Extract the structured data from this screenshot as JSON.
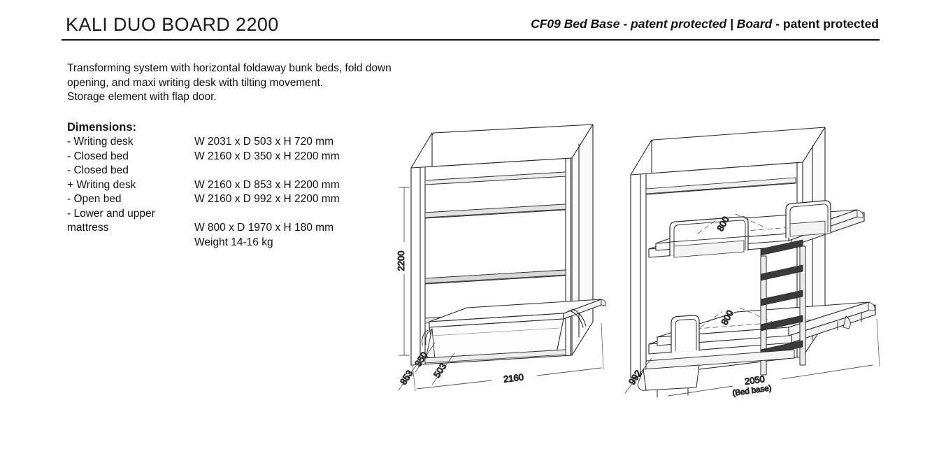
{
  "header": {
    "title": "KALI DUO BOARD 2200",
    "patent_italic": "CF09 Bed Base - patent protected | Board",
    "patent_bold": " - patent protected"
  },
  "description": "Transforming system with horizontal foldaway bunk beds, fold down\nopening, and maxi writing desk with tilting movement.\nStorage element with flap door.",
  "dimensions": {
    "title": "Dimensions:",
    "rows": [
      {
        "label": "- Writing desk",
        "value": "W 2031 x D 503 x H 720 mm"
      },
      {
        "label": "- Closed bed",
        "value": "W 2160 x D 350 x H 2200 mm"
      },
      {
        "label": "- Closed bed\n  + Writing desk",
        "value": "\nW 2160 x D 853 x H 2200 mm"
      },
      {
        "label": "- Open bed",
        "value": "W 2160 x D 992 x H 2200 mm"
      },
      {
        "label": "- Lower and upper\n  mattress",
        "value": "\nW 800 x D 1970 x H 180 mm"
      },
      {
        "label": "",
        "value": "Weight 14-16 kg"
      }
    ]
  },
  "watermark": "",
  "drawing_closed": {
    "name": "Closed bed with writing desk isometric view",
    "height_label": "2200",
    "width_label": "2160",
    "depth_labels": [
      "350",
      "503",
      "853"
    ]
  },
  "drawing_open": {
    "name": "Open bunk beds isometric view",
    "mattress_upper_label": "800",
    "mattress_lower_label": "800",
    "depth_label": "992",
    "base_width_label": "2050",
    "base_width_sub": "(Bed base)"
  },
  "colors": {
    "ink": "#111111",
    "line": "#2a2a2a",
    "dim_line": "#555555",
    "fill": "#ffffff",
    "shade": "#f4f4f4"
  }
}
